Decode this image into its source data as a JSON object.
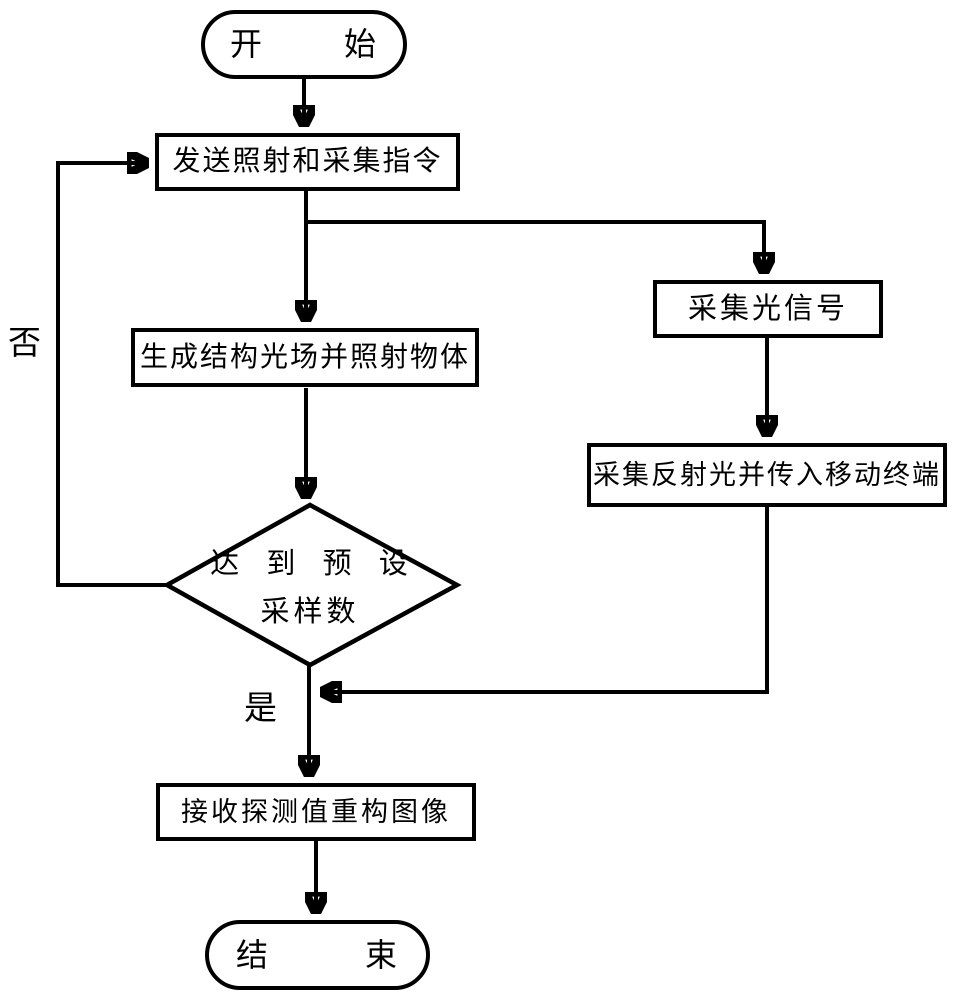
{
  "diagram": {
    "type": "flowchart",
    "language": "zh-CN",
    "colors": {
      "stroke": "#000000",
      "background": "#ffffff"
    },
    "nodes": {
      "start": {
        "shape": "terminator",
        "label": "开 始"
      },
      "send_command": {
        "shape": "process",
        "label": "发送照射和采集指令"
      },
      "generate_light": {
        "shape": "process",
        "label": "生成结构光场并照射物体"
      },
      "collect_signal": {
        "shape": "process",
        "label": "采集光信号"
      },
      "collect_reflected": {
        "shape": "process",
        "label": "采集反射光并传入移动终端"
      },
      "decision": {
        "shape": "decision",
        "label_line1": "达 到 预 设",
        "label_line2": "采样数"
      },
      "receive_reconstruct": {
        "shape": "process",
        "label": "接收探测值重构图像"
      },
      "end": {
        "shape": "terminator",
        "label": "结 束"
      }
    },
    "edge_labels": {
      "no": "否",
      "yes": "是"
    },
    "edges": [
      {
        "from": "start",
        "to": "send_command"
      },
      {
        "from": "send_command",
        "to": "generate_light"
      },
      {
        "from": "send_command",
        "to": "collect_signal"
      },
      {
        "from": "collect_signal",
        "to": "collect_reflected"
      },
      {
        "from": "generate_light",
        "to": "decision"
      },
      {
        "from": "decision",
        "to": "send_command",
        "label": "否"
      },
      {
        "from": "decision",
        "to": "receive_reconstruct",
        "label": "是"
      },
      {
        "from": "collect_reflected",
        "to": "receive_reconstruct"
      },
      {
        "from": "receive_reconstruct",
        "to": "end"
      }
    ]
  }
}
